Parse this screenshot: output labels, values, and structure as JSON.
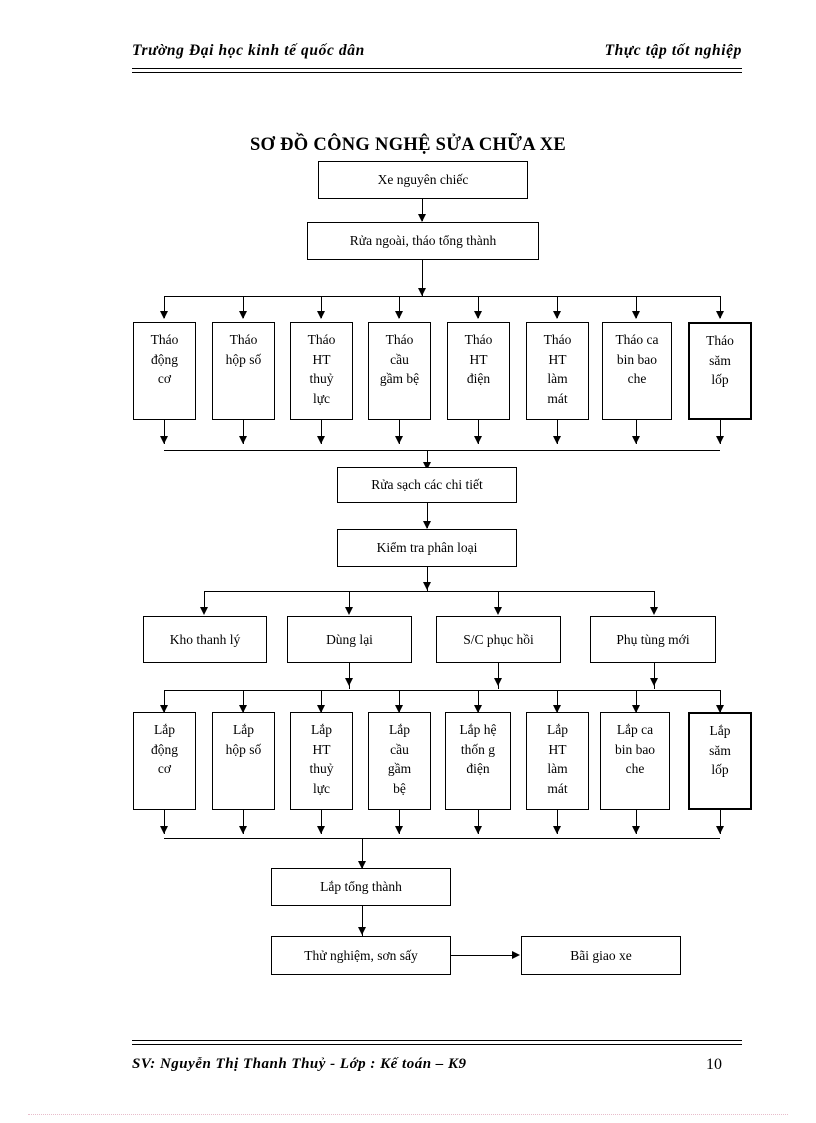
{
  "header": {
    "left": "Trường Đại học kinh tế quốc dân",
    "right": "Thực tập tốt nghiệp"
  },
  "footer": {
    "student_line": "SV: Nguyễn Thị Thanh Thuỷ - Lớp : Kế toán – K9",
    "page_number": "10"
  },
  "diagram": {
    "title": "SƠ ĐỒ CÔNG NGHỆ SỬA CHỮA XE",
    "nodes": {
      "intake": "Xe nguyên  chiếc",
      "wash_disassemble": "Rửa ngoài,  tháo tổng thành",
      "clean_parts": "Rửa sạch các chi tiết",
      "inspect_classify": "Kiểm tra phân loại",
      "assemble_total": "Lắp tổng thành",
      "test_paint": "Thử nghiệm,  sơn sấy",
      "delivery_yard": "Bãi giao xe"
    },
    "disassembly_row": [
      "Tháo\nđộng\ncơ",
      "Tháo\nhộp số",
      "Tháo\nHT\nthuỷ\nlực",
      "Tháo\ncầu\ngầm bệ",
      "Tháo\nHT\nđiện",
      "Tháo\nHT\nlàm\nmát",
      "Tháo ca\nbin bao\nche",
      "Tháo\nsăm\nlốp"
    ],
    "classification_row": [
      "Kho thanh lý",
      "Dùng lại",
      "S/C phục hồi",
      "Phụ tùng mới"
    ],
    "assembly_row": [
      "Lắp\nđộng\ncơ",
      "Lắp\nhộp số",
      "Lắp\nHT\nthuỷ\nlực",
      "Lắp\ncầu\ngầm\nbệ",
      "Lắp hệ\nthốn g\nđiện",
      "Lắp\nHT\nlàm\nmát",
      "Lắp ca\nbin bao\nche",
      "Lắp\nsăm\nlốp"
    ]
  },
  "colors": {
    "ink": "#000000",
    "page": "#ffffff",
    "bottom_rule": "#e8bccb"
  }
}
